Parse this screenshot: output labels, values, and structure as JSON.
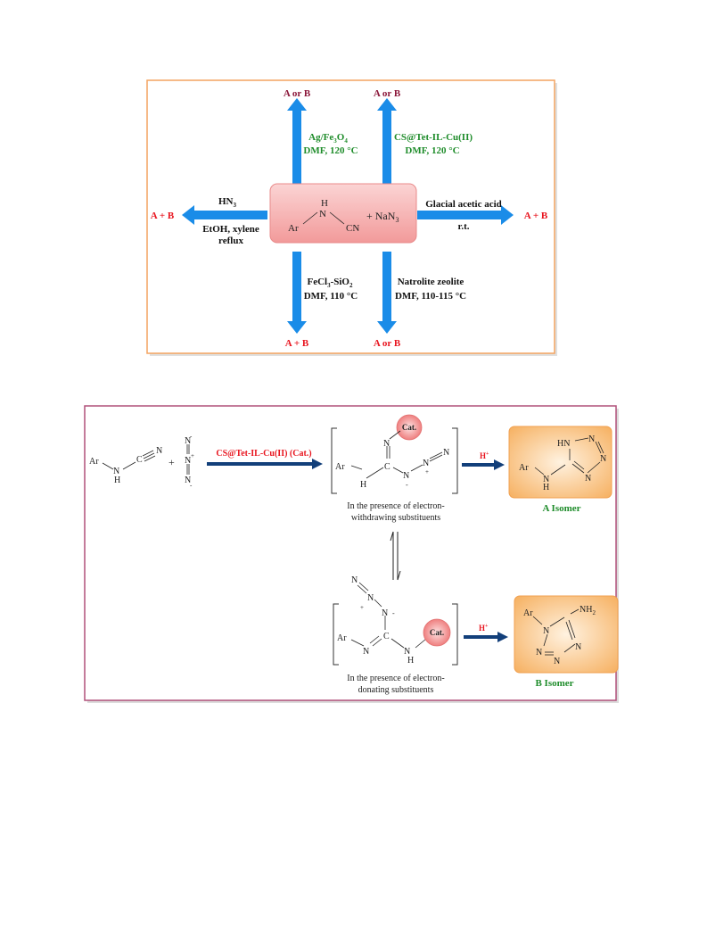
{
  "colors": {
    "panel1_border": "#f4a460",
    "panel2_border": "#b0507a",
    "arrow_blue": "#1a8ce8",
    "arrow_dark": "#123f7a",
    "red": "#e8141e",
    "maroon": "#8a1538",
    "green": "#1e8c2a",
    "black": "#111111",
    "center_box": "#f5aaaa",
    "cat_circle": "#f08a8a",
    "isomer_box": "#f8b870"
  },
  "panel1": {
    "center": {
      "nh_h": "H",
      "nh_n": "N",
      "ar": "Ar",
      "cn": "CN",
      "plus_reagent": "+ NaN",
      "sub3": "3"
    },
    "top_left": {
      "product": "A or B",
      "cond1": "Ag/Fe",
      "cond1_sub": "3",
      "cond1_o": "O",
      "cond1_sub2": "4",
      "cond2": "DMF, 120 °C"
    },
    "top_right": {
      "product": "A or B",
      "cond1": "CS@Tet-IL-Cu(II)",
      "cond2": "DMF, 120 °C"
    },
    "left": {
      "product": "A + B",
      "cond1": "HN",
      "cond1_sub": "3",
      "cond2": "EtOH, xylene",
      "cond3": "reflux"
    },
    "right": {
      "product": "A + B",
      "cond1": "Glacial acetic acid",
      "cond2": "r.t."
    },
    "bottom_left": {
      "product": "A + B",
      "cond1": "FeCl",
      "cond1_sub": "3",
      "cond1_b": "-SiO",
      "cond1_sub2": "2",
      "cond2": "DMF, 110 °C"
    },
    "bottom_right": {
      "product": "A or B",
      "cond1": "Natrolite zeolite",
      "cond2": "DMF, 110-115 °C"
    }
  },
  "panel2": {
    "reactant": {
      "ar": "Ar",
      "n": "N",
      "h": "H",
      "c": "C",
      "n2": "N"
    },
    "azide": {
      "n1": "N",
      "n2": "N",
      "n3": "N",
      "minus": "-",
      "plus": "+",
      "minus2": "-",
      "plus_sign": "+"
    },
    "catalyst_label": "CS@Tet-IL-Cu(II) (Cat.)",
    "cat": "Cat.",
    "acid": "H",
    "acid_sup": "+",
    "top_int": {
      "ar": "Ar",
      "n": "N",
      "h": "H",
      "c": "C",
      "n_top": "N",
      "n_az": "N",
      "n_az2": "N",
      "n_az3": "N",
      "minus": "-",
      "plus": "+",
      "caption1": "In the presence of electron-",
      "caption2": "withdrawing substituents"
    },
    "bottom_int": {
      "ar": "Ar",
      "n": "N",
      "c": "C",
      "nh_n": "N",
      "nh_h": "H",
      "n_az": "N",
      "n_az2": "N",
      "n_az3": "N",
      "minus": "-",
      "plus": "+",
      "caption1": "In the presence of electron-",
      "caption2": "donating substituents"
    },
    "isomer_a": {
      "label": "A Isomer",
      "hn": "HN",
      "n1": "N",
      "n2": "N",
      "n3": "N",
      "ar": "Ar",
      "nh_n": "N",
      "nh_h": "H"
    },
    "isomer_b": {
      "label": "B Isomer",
      "ar": "Ar",
      "nh2": "NH",
      "nh2_sub": "2",
      "n1": "N",
      "n2": "N",
      "n3": "N",
      "n4": "N"
    }
  }
}
